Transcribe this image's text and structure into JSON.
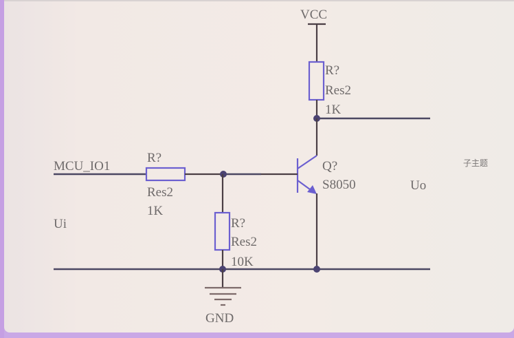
{
  "diagram": {
    "title": "NPN transistor switch circuit",
    "colors": {
      "background": "#f3ebe6",
      "frame_border": "#c59fe3",
      "wire": "#4b4762",
      "component": "#6b5fd0",
      "text": "#6e6a6a"
    },
    "power": {
      "label": "VCC"
    },
    "ground": {
      "label": "GND"
    },
    "input_net": {
      "label": "MCU_IO1",
      "voltage_label": "Ui"
    },
    "output_net": {
      "voltage_label": "Uo"
    },
    "side_caption": "子主题",
    "components": {
      "r_collector": {
        "designator": "R?",
        "type": "Res2",
        "value": "1K"
      },
      "r_base": {
        "designator": "R?",
        "type": "Res2",
        "value": "1K"
      },
      "r_pulldown": {
        "designator": "R?",
        "type": "Res2",
        "value": "10K"
      },
      "transistor": {
        "designator": "Q?",
        "part": "S8050",
        "kind": "NPN"
      }
    }
  }
}
